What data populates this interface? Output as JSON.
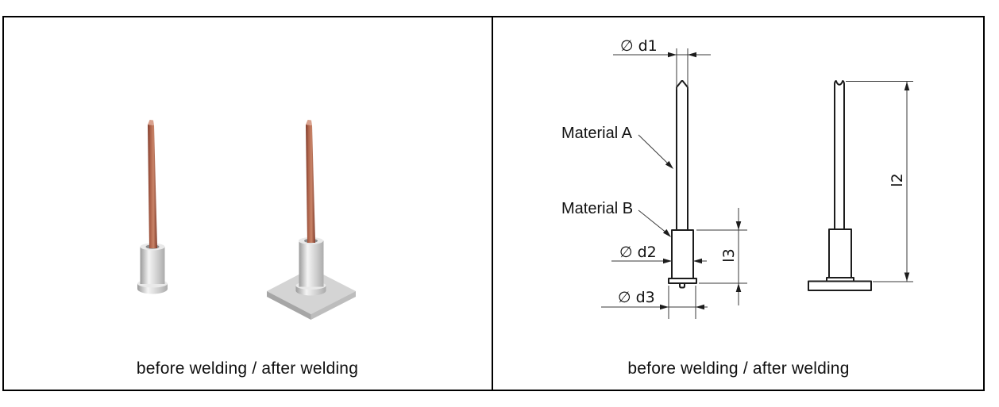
{
  "table": {
    "border_color": "#000000",
    "background": "#ffffff"
  },
  "left_panel": {
    "caption": "before welding / after welding",
    "items": [
      {
        "name": "copper-pin-in-sleeve-before-welding"
      },
      {
        "name": "copper-pin-in-sleeve-welded-on-square-plate"
      }
    ],
    "colors": {
      "copper_dark": "#7e3a2a",
      "copper_mid": "#b0654c",
      "copper_light": "#c98468",
      "copper_tip_face": "#d9a18d",
      "steel_dark": "#9a9a9a",
      "steel_light": "#f4f4f4",
      "steel_mid": "#cfcfcf",
      "steel_edge": "#ababab",
      "sleeve_rim": "#e9e9e9",
      "sleeve_hole": "#8d8d8d",
      "plate_top": "#d4d4d4",
      "plate_side_left": "#a6a6a6",
      "plate_side_right": "#bdbdbd"
    }
  },
  "right_panel": {
    "caption": "before welding / after welding",
    "material_a_label": "Material A",
    "material_b_label": "Material B",
    "dim_d1": "∅ d1",
    "dim_d2": "∅ d2",
    "dim_d3": "∅ d3",
    "dim_l2": "l2",
    "dim_l3": "l3",
    "line_color": "#1c1c1c"
  }
}
